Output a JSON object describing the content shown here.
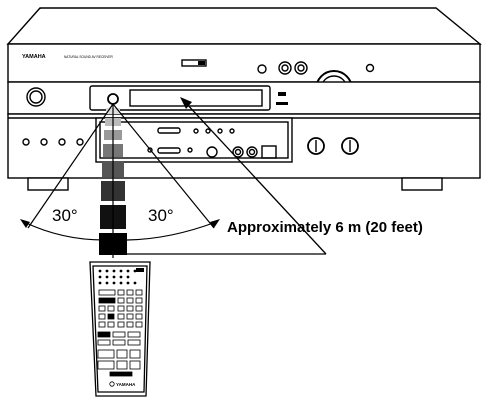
{
  "receiver": {
    "brand": "YAMAHA",
    "model_line": "NATURAL SOUND AV RECEIVER"
  },
  "remote": {
    "brand": "YAMAHA"
  },
  "angles": {
    "left": "30°",
    "right": "30°"
  },
  "distance_label": "Approximately 6 m (20 feet)",
  "colors": {
    "line": "#000000",
    "background": "#ffffff",
    "panel": "#ffffff"
  }
}
